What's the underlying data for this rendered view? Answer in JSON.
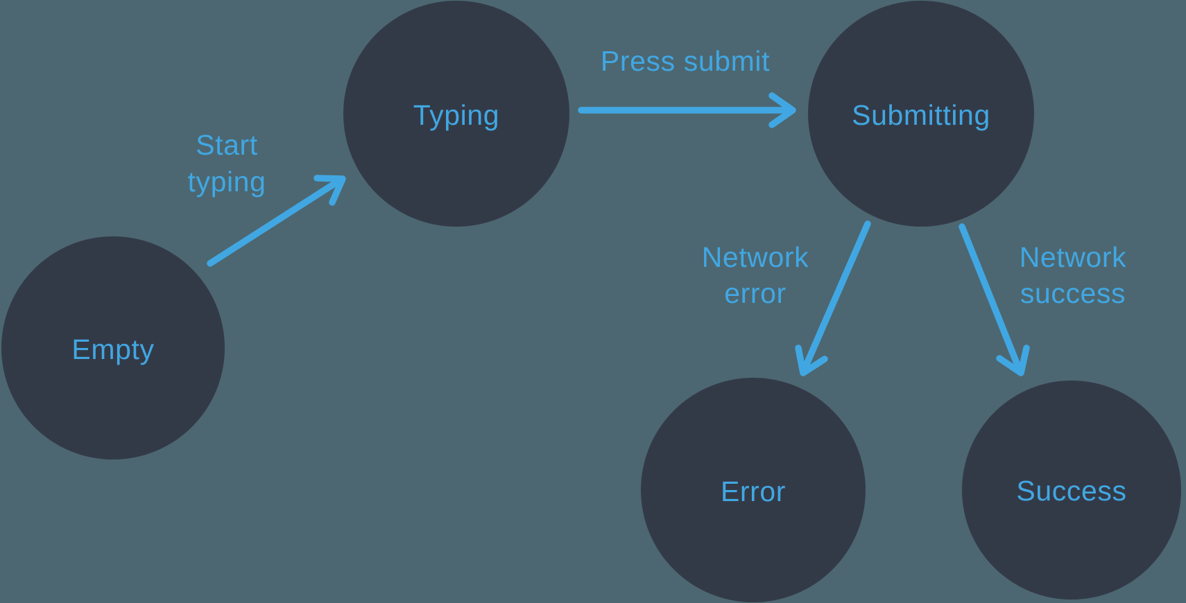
{
  "colors": {
    "background": "#4C6771",
    "node": "#333A47",
    "accent": "#41A7E3"
  },
  "nodes": [
    {
      "id": "empty",
      "label": "Empty"
    },
    {
      "id": "typing",
      "label": "Typing"
    },
    {
      "id": "submitting",
      "label": "Submitting"
    },
    {
      "id": "error",
      "label": "Error"
    },
    {
      "id": "success",
      "label": "Success"
    }
  ],
  "edges": [
    {
      "id": "start-typing",
      "from": "empty",
      "to": "typing",
      "label": "Start typing",
      "label_lines": [
        "Start",
        "typing"
      ]
    },
    {
      "id": "press-submit",
      "from": "typing",
      "to": "submitting",
      "label": "Press submit",
      "label_lines": [
        "Press submit"
      ]
    },
    {
      "id": "network-error",
      "from": "submitting",
      "to": "error",
      "label": "Network error",
      "label_lines": [
        "Network",
        "error"
      ]
    },
    {
      "id": "network-success",
      "from": "submitting",
      "to": "success",
      "label": "Network success",
      "label_lines": [
        "Network",
        "success"
      ]
    }
  ]
}
